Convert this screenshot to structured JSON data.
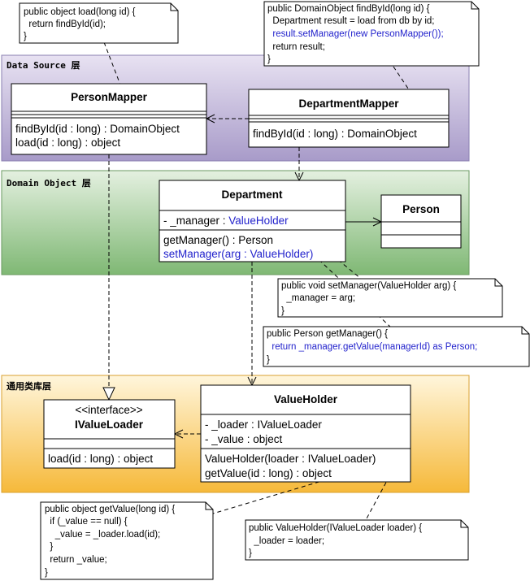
{
  "layers": {
    "data_source": "Data Source 层",
    "domain_object": "Domain Object 层",
    "common_lib": "通用类库层"
  },
  "classes": {
    "person_mapper": {
      "name": "PersonMapper",
      "ops": [
        "findById(id : long) : DomainObject",
        "load(id : long) : object"
      ]
    },
    "department_mapper": {
      "name": "DepartmentMapper",
      "ops": [
        "findById(id : long) : DomainObject"
      ]
    },
    "department": {
      "name": "Department",
      "attr_prefix": "- _manager : ",
      "attr_type": "ValueHolder",
      "op1": "getManager() : Person",
      "op2": "setManager(arg : ValueHolder)"
    },
    "person": {
      "name": "Person"
    },
    "ivalue_loader": {
      "stereotype": "<<interface>>",
      "name": "IValueLoader",
      "ops": [
        "load(id : long) : object"
      ]
    },
    "value_holder": {
      "name": "ValueHolder",
      "attrs": [
        "- _loader : IValueLoader",
        "- _value : object"
      ],
      "ops": [
        "ValueHolder(loader : IValueLoader)",
        "getValue(id : long) : object"
      ]
    }
  },
  "notes": {
    "load": [
      "public object load(long id) {",
      "  return findById(id);",
      "}"
    ],
    "findbyid": [
      "public DomainObject findById(long id) {",
      "  Department result = load from db by id;",
      "  result.setManager(new PersonMapper());",
      "  return result;",
      "}"
    ],
    "setmanager": [
      "public void setManager(ValueHolder arg) {",
      "  _manager = arg;",
      "}"
    ],
    "getmanager": [
      "public Person getManager() {",
      "  return _manager.getValue(managerId) as Person;",
      "}"
    ],
    "getvalue": [
      "public object getValue(long id) {",
      "  if (_value == null) {",
      "    _value = _loader.load(id);",
      "  }",
      "  return _value;",
      "}"
    ],
    "ctor": [
      "public ValueHolder(IValueLoader loader) {",
      "  _loader = loader;",
      "}"
    ]
  },
  "colors": {
    "data_source_fill": "#c9bfe0",
    "domain_object_fill": "#b3d6a8",
    "common_lib_fill": "#fde5a6",
    "highlight_text": "#2222cc"
  }
}
